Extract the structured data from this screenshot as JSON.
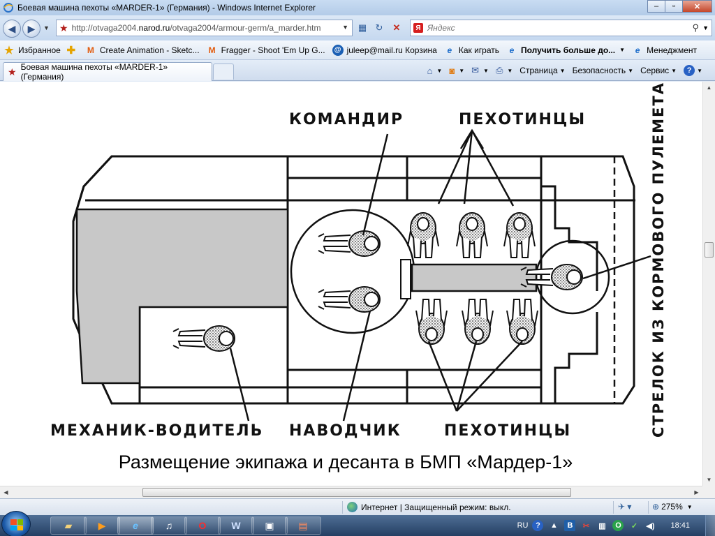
{
  "window": {
    "title": "Боевая машина пехоты «MARDER-1» (Германия) - Windows Internet Explorer",
    "min_glyph": "–",
    "max_glyph": "▫",
    "close_glyph": "✕"
  },
  "address": {
    "url_prefix": "http://otvaga2004.",
    "url_domain": "narod.ru",
    "url_path": "/otvaga2004/armour-germ/a_marder.htm",
    "search_placeholder": "Яндекс",
    "search_logo": "Я"
  },
  "favorites": {
    "label": "Избранное",
    "items": [
      {
        "label": "Create Animation - Sketc...",
        "icon": "M"
      },
      {
        "label": "Fragger - Shoot 'Em Up G...",
        "icon": "M"
      },
      {
        "label": "juleep@mail.ru Корзина",
        "icon": "@"
      },
      {
        "label": "Как играть",
        "icon": "e"
      },
      {
        "label": "Получить больше до...",
        "icon": "e"
      },
      {
        "label": "Менеджмент",
        "icon": "e"
      }
    ]
  },
  "tab": {
    "label": "Боевая машина пехоты «MARDER-1» (Германия)"
  },
  "commands": {
    "page": "Страница",
    "safety": "Безопасность",
    "tools": "Сервис",
    "help_glyph": "?"
  },
  "diagram": {
    "commander": "КОМАНДИР",
    "infantry_top": "ПЕХОТИНЦЫ",
    "infantry_bottom": "ПЕХОТИНЦЫ",
    "driver": "МЕХАНИК-ВОДИТЕЛЬ",
    "gunner": "НАВОДЧИК",
    "rear_gunner": "СТРЕЛОК ИЗ КОРМОВОГО ПУЛЕМЕТА",
    "caption": "Размещение экипажа и десанта в БМП «Мардер-1»"
  },
  "status": {
    "zone": "Интернет | Защищенный режим: выкл.",
    "zoom": "275%"
  },
  "taskbar": {
    "lang": "RU",
    "clock": "18:41"
  },
  "colors": {
    "hull_gray": "#c8c8c8",
    "line": "#1a1a1a",
    "caption": "#000000"
  }
}
